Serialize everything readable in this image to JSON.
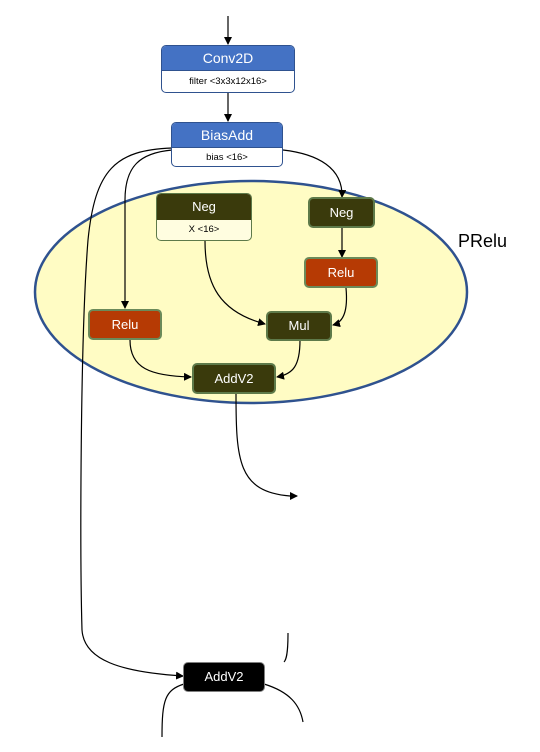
{
  "nodes": {
    "conv2d": {
      "label": "Conv2D",
      "detail": "filter <3x3x12x16>"
    },
    "biasadd": {
      "label": "BiasAdd",
      "detail": "bias <16>"
    },
    "neg_param": {
      "label": "Neg",
      "detail": "X <16>"
    },
    "neg_right": {
      "label": "Neg"
    },
    "relu_right": {
      "label": "Relu"
    },
    "relu_left": {
      "label": "Relu"
    },
    "mul": {
      "label": "Mul"
    },
    "addv2_inner": {
      "label": "AddV2"
    },
    "addv2_bottom": {
      "label": "AddV2"
    }
  },
  "group": {
    "label": "PRelu"
  },
  "colors": {
    "conv_blue": "#4472c4",
    "ellipse_fill": "#fffcc4",
    "ellipse_border": "#2f528f",
    "dark_olive": "#3a3a0c",
    "relu_orange": "#b63a04",
    "black": "#000000"
  }
}
